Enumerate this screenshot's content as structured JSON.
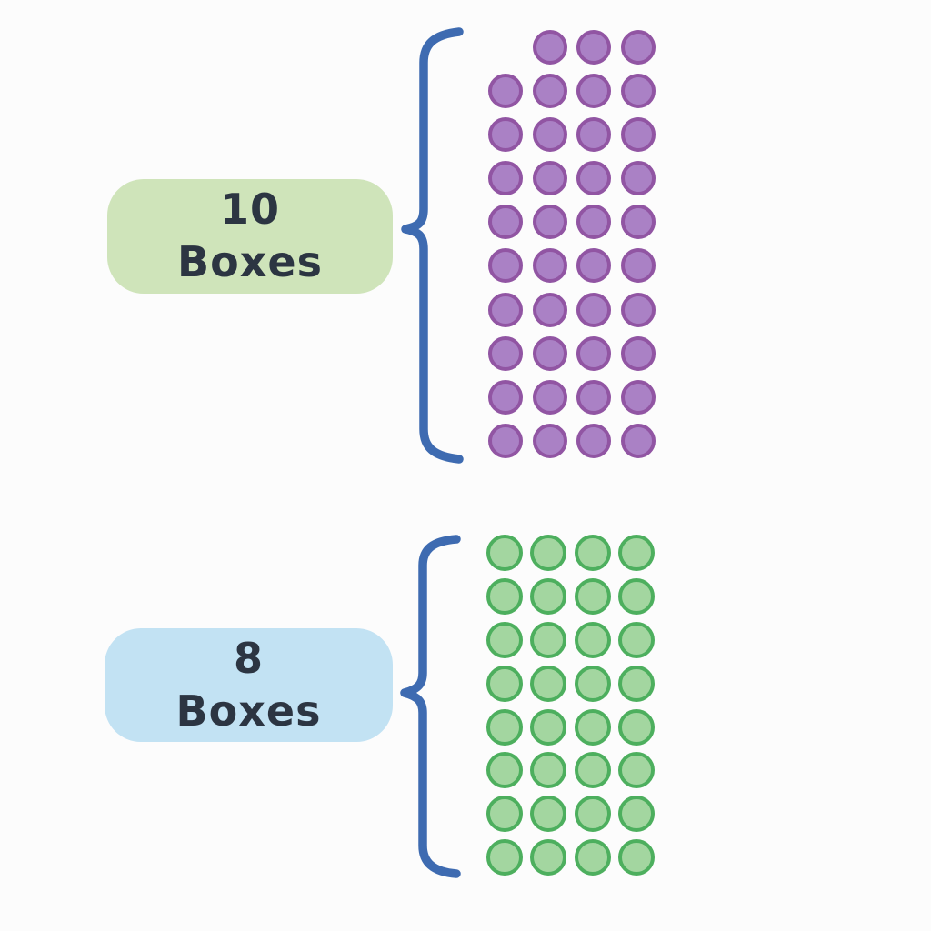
{
  "canvas": {
    "background": "#fcfcfc"
  },
  "brace": {
    "color": "#3e6bb1",
    "style": "left curly brace"
  },
  "chart_data": {
    "type": "pictograph",
    "title": "",
    "description": "Two stacked groups, each with a rounded label, a left curly brace, and a grid of circular counters",
    "groups": [
      {
        "id": "ten-boxes",
        "label_number": "10",
        "label_word": "Boxes",
        "label_bg": "#cfe4ba",
        "label_text_color": "#2c3542",
        "dot_fill": "#aa81c5",
        "dot_border": "#9155a3",
        "dot_color_name": "purple",
        "rows": 10,
        "columns": 4,
        "empty_cells": [
          [
            0,
            0
          ]
        ],
        "first_row_dots": 3,
        "total_dots_shown": 39
      },
      {
        "id": "eight-boxes",
        "label_number": "8",
        "label_word": "Boxes",
        "label_bg": "#c2e2f3",
        "label_text_color": "#2c3542",
        "dot_fill": "#a3d6a0",
        "dot_border": "#4daf5e",
        "dot_color_name": "green",
        "rows": 8,
        "columns": 4,
        "empty_cells": [],
        "first_row_dots": 4,
        "total_dots_shown": 32
      }
    ]
  }
}
